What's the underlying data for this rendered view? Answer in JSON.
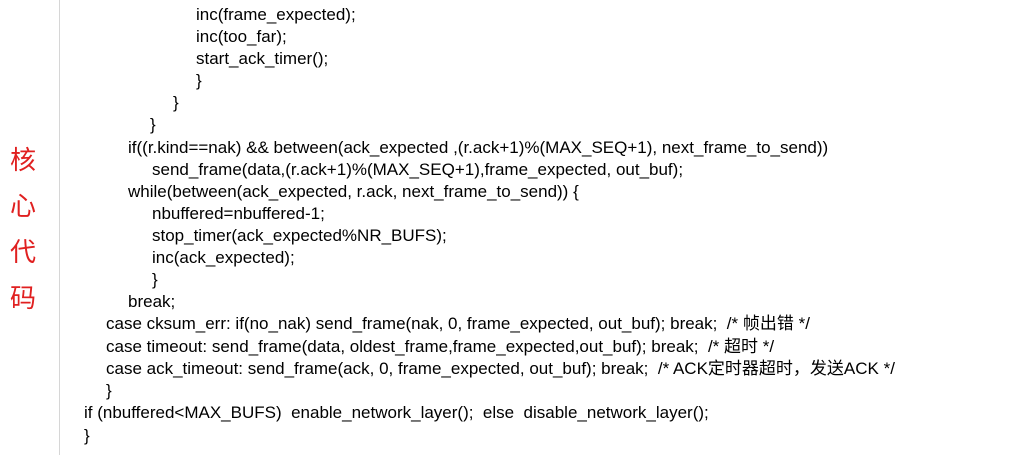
{
  "side_title": [
    "核",
    "心",
    "代",
    "码"
  ],
  "code_lines": [
    "inc(frame_expected);",
    "inc(too_far);",
    "start_ack_timer();",
    "}",
    "}",
    "}",
    "if((r.kind==nak) && between(ack_expected ,(r.ack+1)%(MAX_SEQ+1), next_frame_to_send))",
    "send_frame(data,(r.ack+1)%(MAX_SEQ+1),frame_expected, out_buf);",
    "while(between(ack_expected, r.ack, next_frame_to_send)) {",
    "nbuffered=nbuffered-1;",
    "stop_timer(ack_expected%NR_BUFS);",
    "inc(ack_expected);",
    "}",
    "break;",
    "case cksum_err: if(no_nak) send_frame(nak, 0, frame_expected, out_buf); break;  /* 帧出错 */",
    "case timeout: send_frame(data, oldest_frame,frame_expected,out_buf); break;  /* 超时 */",
    "case ack_timeout: send_frame(ack, 0, frame_expected, out_buf); break;  /* ACK定时器超时，发送ACK */",
    "}",
    "if (nbuffered<MAX_BUFS)  enable_network_layer();  else  disable_network_layer();",
    "}"
  ]
}
